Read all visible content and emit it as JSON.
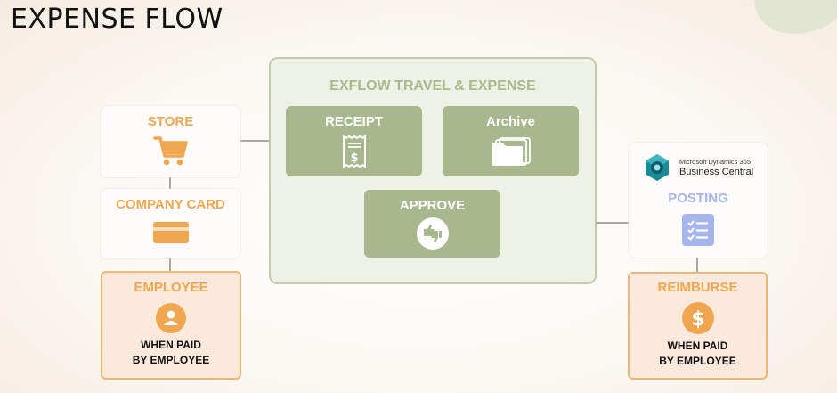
{
  "title": "EXPENSE FLOW",
  "nodes": {
    "store": {
      "label": "STORE",
      "icon": "shopping-cart-icon"
    },
    "company_card": {
      "label": "COMPANY CARD",
      "icon": "credit-card-icon"
    },
    "employee": {
      "label": "EMPLOYEE",
      "icon": "person-icon",
      "note_line1": "WHEN PAID",
      "note_line2": "BY EMPLOYEE"
    },
    "exflow": {
      "label": "EXFLOW TRAVEL & EXPENSE"
    },
    "receipt": {
      "label": "RECEIPT",
      "icon": "receipt-dollar-icon"
    },
    "archive": {
      "label": "Archive",
      "icon": "folders-icon"
    },
    "approve": {
      "label": "APPROVE",
      "icon": "thumbs-up-down-icon"
    },
    "posting": {
      "label": "POSTING",
      "icon": "checklist-icon",
      "brand_line1": "Microsoft Dynamics 365",
      "brand_line2": "Business Central"
    },
    "reimburse": {
      "label": "REIMBURSE",
      "icon": "dollar-icon",
      "note_line1": "WHEN PAID",
      "note_line2": "BY EMPLOYEE"
    }
  },
  "colors": {
    "orange": "#f0a64f",
    "green": "#a8b78d",
    "blue": "#a6b4ec",
    "connector": "#a8a8a8"
  }
}
